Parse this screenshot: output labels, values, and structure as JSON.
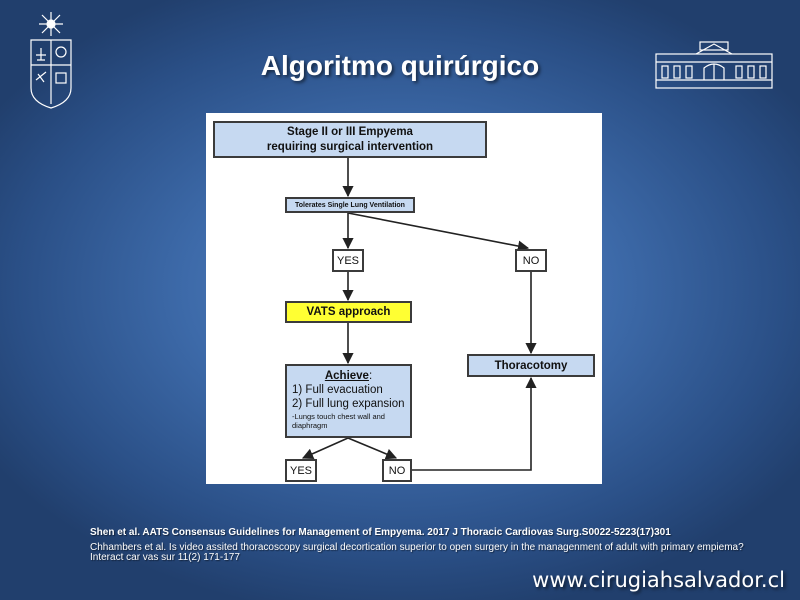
{
  "slide": {
    "title": "Algoritmo quirúrgico",
    "website": "www.cirugiahsalvador.cl"
  },
  "flowchart": {
    "stage_line1": "Stage II or III Empyema",
    "stage_line2": "requiring surgical intervention",
    "tolerates": "Tolerates Single Lung Ventilation",
    "yes_1": "YES",
    "no_1": "NO",
    "vats": "VATS approach",
    "thoracotomy": "Thoracotomy",
    "achieve_title": "Achieve",
    "achieve_colon": ":",
    "achieve_item1": "1) Full evacuation",
    "achieve_item2": "2) Full lung expansion",
    "achieve_note": "-Lungs touch chest wall and diaphragm",
    "yes_2": "YES",
    "no_2": "NO"
  },
  "references": {
    "ref1": "Shen et al. AATS Consensus Guidelines for Management of Empyema. 2017 J Thoracic Cardiovas Surg.S0022-5223(17)301",
    "ref2": "Chhambers et al. Is video assited thoracoscopy surgical decortication superior  to open surgery in the managenment of adult with primary empiema? Interact car vas sur 11(2) 171-177"
  },
  "colors": {
    "box_fill": "#c6d9f1",
    "vats_fill": "#ffff33",
    "background": "#3d6aa9"
  },
  "icons": {
    "left_logo": "university-crest-logo",
    "right_logo": "hospital-building-logo"
  }
}
